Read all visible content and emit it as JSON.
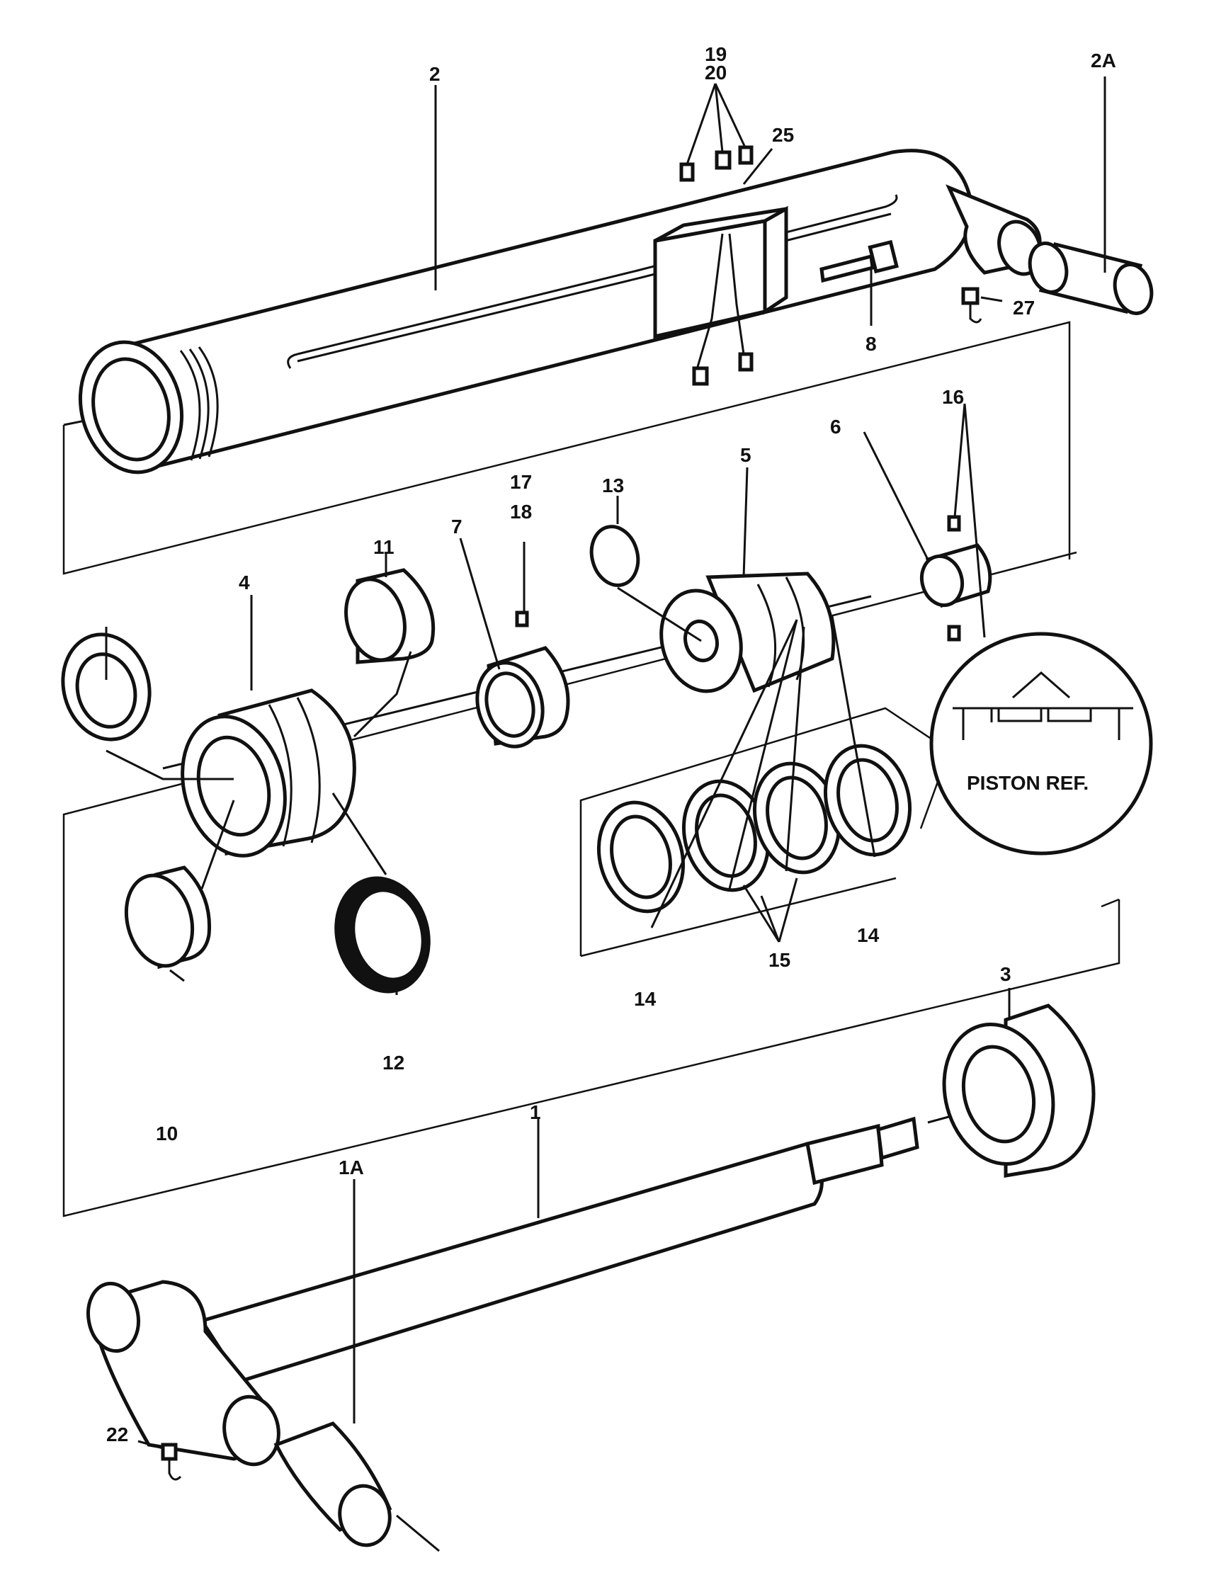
{
  "callouts": {
    "c1": "1",
    "c1A": "1A",
    "c2": "2",
    "c2A": "2A",
    "c3": "3",
    "c4": "4",
    "c5": "5",
    "c6": "6",
    "c7": "7",
    "c8": "8",
    "c10": "10",
    "c11": "11",
    "c12": "12",
    "c13": "13",
    "c14a": "14",
    "c14b": "14",
    "c15": "15",
    "c16": "16",
    "c17": "17",
    "c18": "18",
    "c19": "19",
    "c20": "20",
    "c22": "22",
    "c25": "25",
    "c27": "27"
  },
  "inset": {
    "label": "PISTON REF."
  }
}
